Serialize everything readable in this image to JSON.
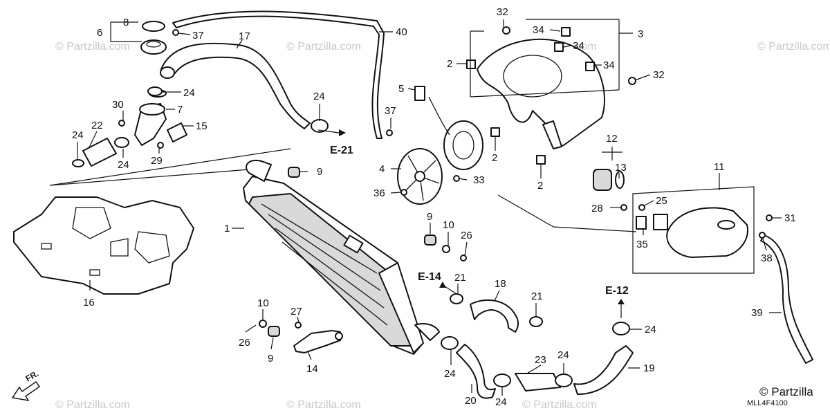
{
  "watermark": "© Partzilla.com",
  "copyright": "© Partzilla",
  "diagram_code": "MLL4F4100",
  "front_indicator": "FR.",
  "references": {
    "e21": "E-21",
    "e14": "E-14",
    "e12": "E-12"
  },
  "callouts": {
    "c_8": "8",
    "c_6": "6",
    "c_37a": "37",
    "c_17": "17",
    "c_40": "40",
    "c_24a": "24",
    "c_30": "30",
    "c_7": "7",
    "c_15": "15",
    "c_24b": "24",
    "c_22": "22",
    "c_24c": "24",
    "c_29": "29",
    "c_24d": "24",
    "c_32a": "32",
    "c_34a": "34",
    "c_34b": "34",
    "c_3": "3",
    "c_34c": "34",
    "c_2a": "2",
    "c_32b": "32",
    "c_5": "5",
    "c_37b": "37",
    "c_2b": "2",
    "c_2c": "2",
    "c_12": "12",
    "c_13": "13",
    "c_11": "11",
    "c_4": "4",
    "c_33": "33",
    "c_36": "36",
    "c_9a": "9",
    "c_28": "28",
    "c_25": "25",
    "c_31": "31",
    "c_1": "1",
    "c_9b": "9",
    "c_10a": "10",
    "c_26a": "26",
    "c_35": "35",
    "c_38": "38",
    "c_16": "16",
    "c_21a": "21",
    "c_18": "18",
    "c_21b": "21",
    "c_10b": "10",
    "c_27": "27",
    "c_24e": "24",
    "c_39": "39",
    "c_26b": "26",
    "c_9c": "9",
    "c_14": "14",
    "c_24f": "24",
    "c_23": "23",
    "c_24g": "24",
    "c_19": "19",
    "c_24h": "24",
    "c_20": "20"
  }
}
